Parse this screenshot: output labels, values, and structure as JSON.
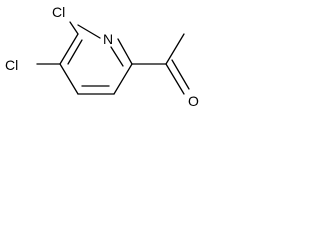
{
  "molecule": {
    "atoms": {
      "n1": "N",
      "cl_top": "Cl",
      "cl_left": "Cl",
      "o1": "O"
    }
  },
  "colors": {
    "ink": "#000000",
    "background": "#ffffff"
  }
}
